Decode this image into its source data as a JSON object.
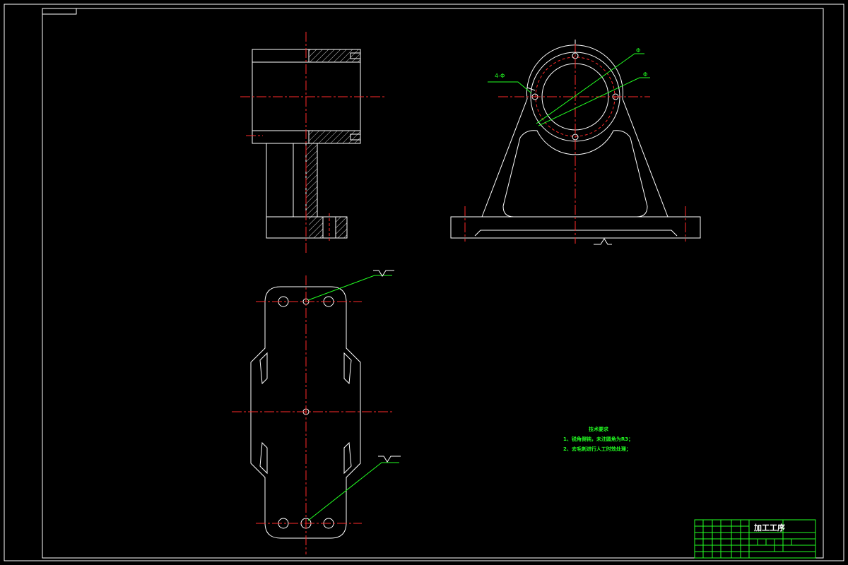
{
  "notes": {
    "heading": "技术要求",
    "items": [
      "1、锐角倒钝，未注圆角为R3；",
      "2、去毛刺进行人工时效处理；"
    ]
  },
  "title_block": {
    "drawing_name": "加工工序"
  },
  "colors": {
    "background": "#000000",
    "outline": "#ffffff",
    "centerline": "#ff2a2a",
    "annotation": "#22ff22"
  }
}
